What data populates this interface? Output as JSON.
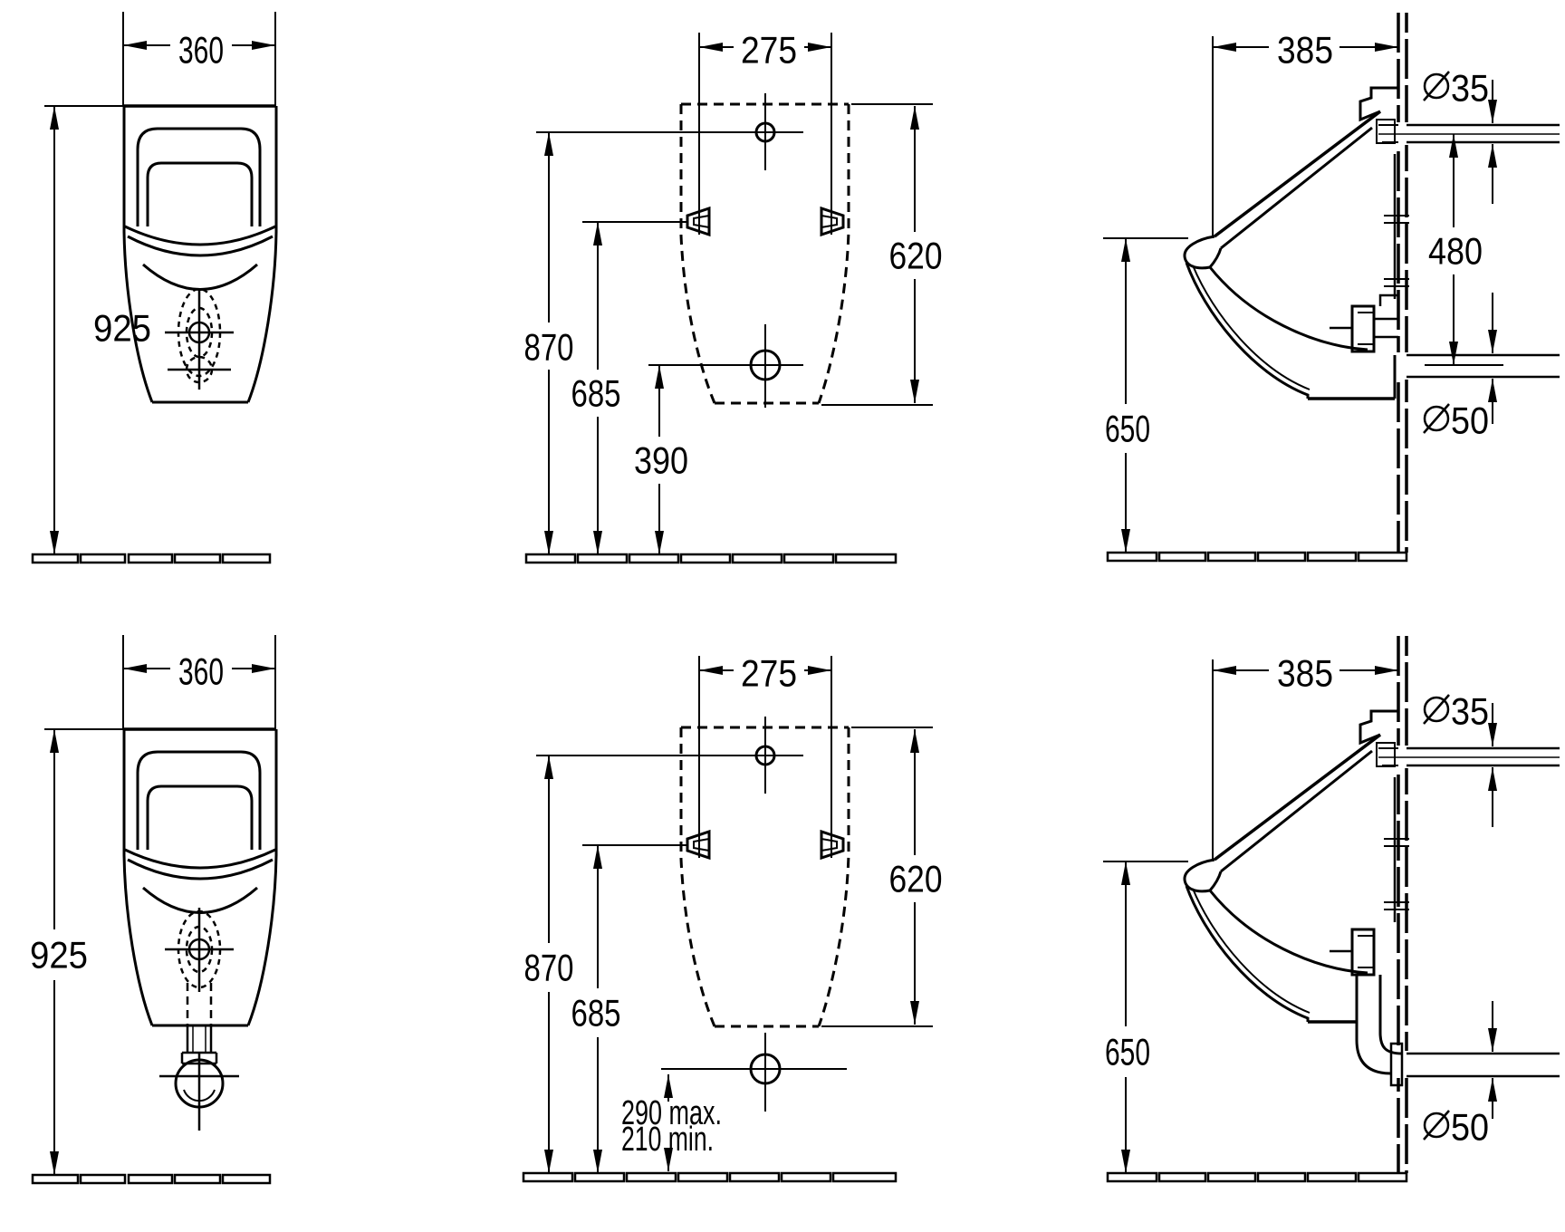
{
  "drawing": {
    "background_color": "#ffffff",
    "line_color": "#000000",
    "panels": {
      "front_view_top": {
        "width": "360",
        "height": "925"
      },
      "mounting_view_top": {
        "width": "275",
        "outline_height": "620",
        "inlet_height": "870",
        "bracket_height": "685",
        "outlet_height": "390"
      },
      "side_view_top": {
        "depth": "385",
        "inlet_diameter": "35",
        "inlet_to_outlet": "480",
        "rim_height": "650",
        "outlet_diameter": "50"
      },
      "front_view_bottom": {
        "width": "360",
        "height": "925"
      },
      "mounting_view_bottom": {
        "width": "275",
        "outline_height": "620",
        "inlet_height": "870",
        "bracket_height": "685",
        "outlet_max": "290 max.",
        "outlet_min": "210 min."
      },
      "side_view_bottom": {
        "depth": "385",
        "inlet_diameter": "35",
        "rim_height": "650",
        "outlet_diameter": "50"
      }
    }
  }
}
